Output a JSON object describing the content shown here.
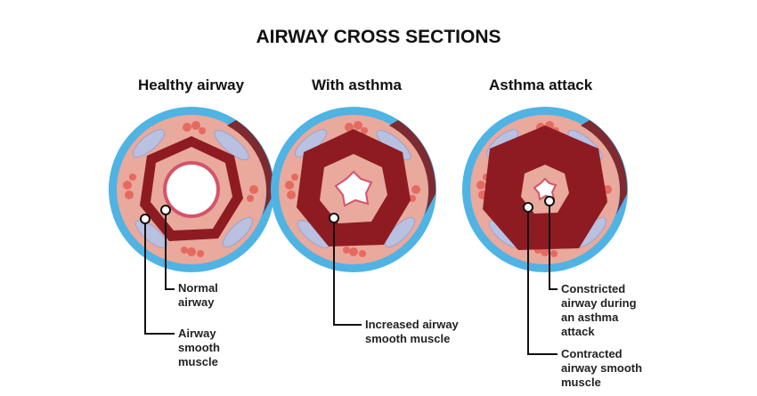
{
  "title": "AIRWAY CROSS SECTIONS",
  "panels": [
    {
      "heading": "Healthy airway",
      "labels": [
        "Normal airway",
        "Airway smooth muscle"
      ]
    },
    {
      "heading": "With asthma",
      "labels": [
        "Increased airway smooth muscle"
      ]
    },
    {
      "heading": "Asthma attack",
      "labels": [
        "Constricted airway during an asthma attack",
        "Contracted airway smooth muscle"
      ]
    }
  ],
  "colors": {
    "outer": "#4fb3e3",
    "tissue": "#e9a99c",
    "muscle": "#8e1b22",
    "cartilage": "#b9c0e0",
    "lumen": "#ffffff"
  }
}
